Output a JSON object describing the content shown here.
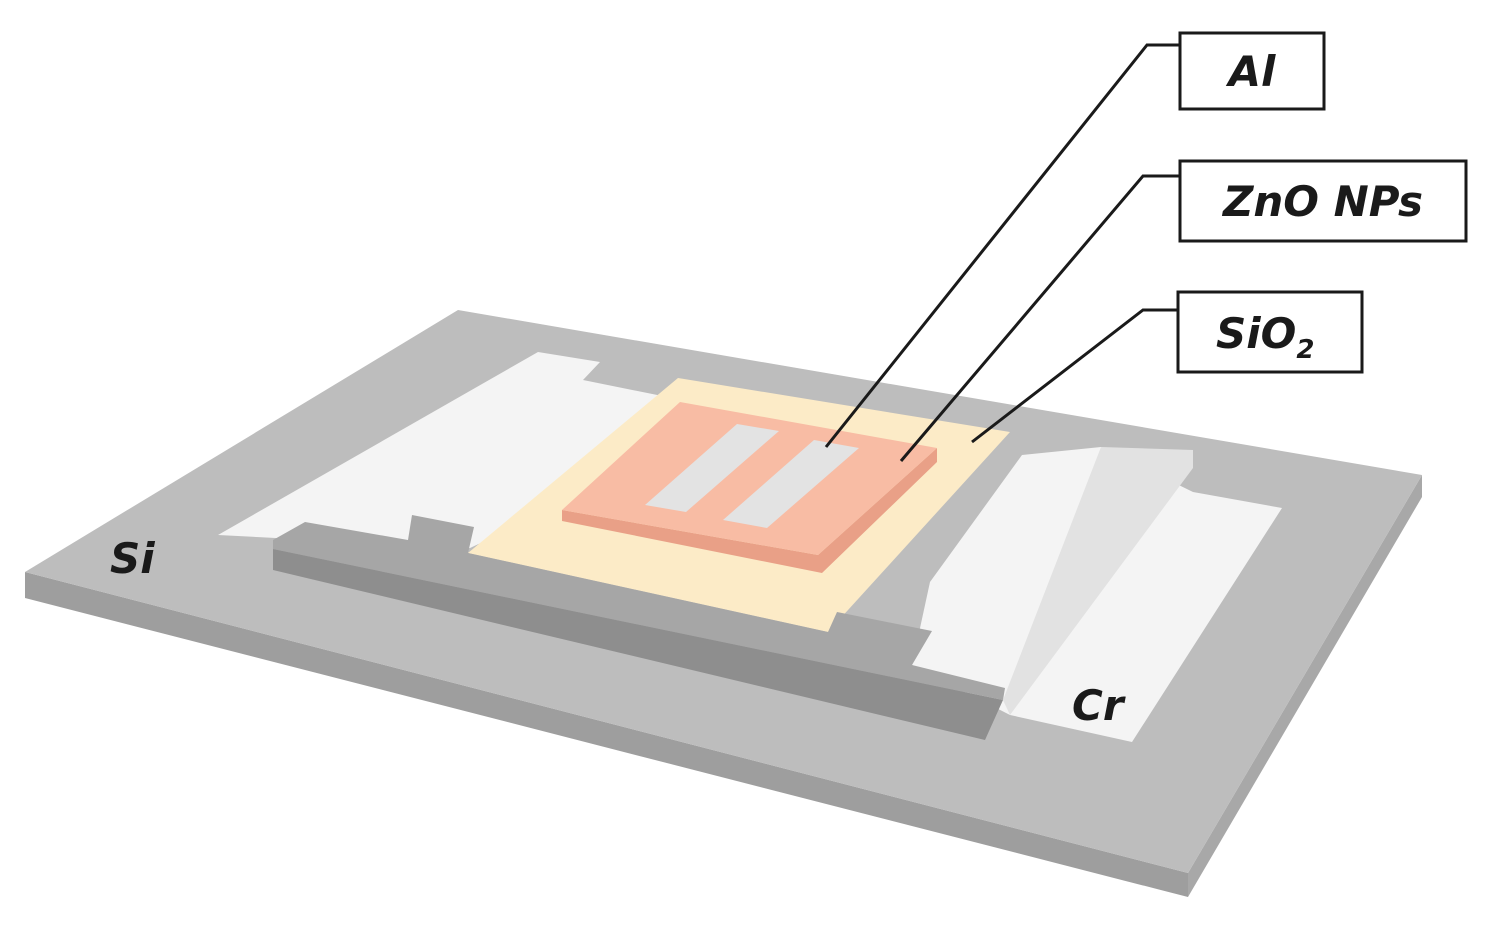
{
  "callouts": {
    "al": "Al",
    "zno": "ZnO NPs",
    "sio2_base": "SiO",
    "sio2_sub": "2"
  },
  "layers": {
    "si": "Si",
    "cr": "Cr"
  },
  "colors": {
    "si_top": "#bdbdbd",
    "si_side": "#9e9e9e",
    "cr": "#f4f4f4",
    "cr_shadow": "#e2e2e2",
    "sio2": "#fcebc7",
    "zno_top": "#f8bca4",
    "zno_side": "#e9a087",
    "al": "#e3e3e3",
    "outline": "#1a1a1a"
  }
}
